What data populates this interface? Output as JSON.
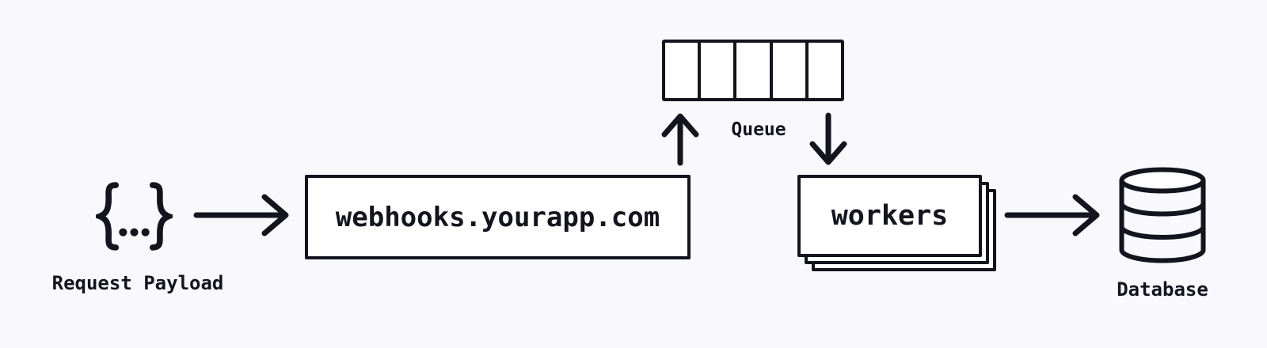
{
  "colors": {
    "ink": "#14141e",
    "bg": "#f8f8fd",
    "fill": "#ffffff"
  },
  "payload": {
    "icon": "json-braces-icon",
    "symbol": "{...}",
    "label": "Request Payload"
  },
  "server": {
    "label": "webhooks.yourapp.com"
  },
  "queue": {
    "label": "Queue",
    "segments": 5
  },
  "workers": {
    "label": "workers",
    "stack_layers": 3
  },
  "database": {
    "icon": "database-cylinder-icon",
    "label": "Database"
  },
  "arrows": [
    {
      "name": "payload-to-server",
      "direction": "right"
    },
    {
      "name": "server-to-queue",
      "direction": "up"
    },
    {
      "name": "queue-to-workers",
      "direction": "down"
    },
    {
      "name": "workers-to-database",
      "direction": "right"
    }
  ]
}
